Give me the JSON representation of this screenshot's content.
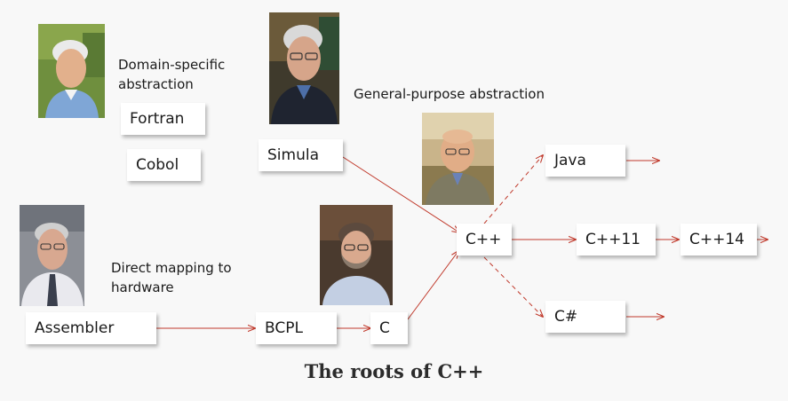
{
  "title": "The roots of C++",
  "captions": {
    "domain_specific_line1": "Domain-specific",
    "domain_specific_line2": "abstraction",
    "general_purpose": "General-purpose abstraction",
    "direct_mapping_line1": "Direct mapping to",
    "direct_mapping_line2": "hardware"
  },
  "languages": {
    "fortran": "Fortran",
    "cobol": "Cobol",
    "simula": "Simula",
    "java": "Java",
    "cpp": "C++",
    "cpp11": "C++11",
    "cpp14": "C++14",
    "csharp": "C#",
    "assembler": "Assembler",
    "bcpl": "BCPL",
    "c": "C"
  },
  "colors": {
    "arrow": "#c0392b",
    "background": "#f8f8f8"
  },
  "edges": [
    {
      "from": "simula",
      "to": "cpp",
      "style": "solid"
    },
    {
      "from": "assembler",
      "to": "bcpl",
      "style": "solid"
    },
    {
      "from": "bcpl",
      "to": "c",
      "style": "solid"
    },
    {
      "from": "c",
      "to": "cpp",
      "style": "solid"
    },
    {
      "from": "cpp",
      "to": "cpp11",
      "style": "solid"
    },
    {
      "from": "cpp11",
      "to": "cpp14",
      "style": "solid"
    },
    {
      "from": "cpp",
      "to": "java",
      "style": "dashed"
    },
    {
      "from": "cpp",
      "to": "csharp",
      "style": "dashed"
    },
    {
      "from": "java",
      "to": "continues",
      "style": "solid"
    },
    {
      "from": "cpp14",
      "to": "continues",
      "style": "solid"
    },
    {
      "from": "csharp",
      "to": "continues",
      "style": "solid"
    }
  ],
  "photos": [
    {
      "name": "portrait-fortran-pioneer",
      "subject": "white-haired smiling man, blue shirt"
    },
    {
      "name": "portrait-simula-pioneer",
      "subject": "white-haired man with glasses, dark jacket"
    },
    {
      "name": "portrait-cpp-creator",
      "subject": "bald man with glasses, grey jacket, outdoors"
    },
    {
      "name": "portrait-assembler-pioneer",
      "subject": "elderly man with glasses, shirt and tie"
    },
    {
      "name": "portrait-c-creator",
      "subject": "bearded man with glasses, light shirt"
    }
  ]
}
